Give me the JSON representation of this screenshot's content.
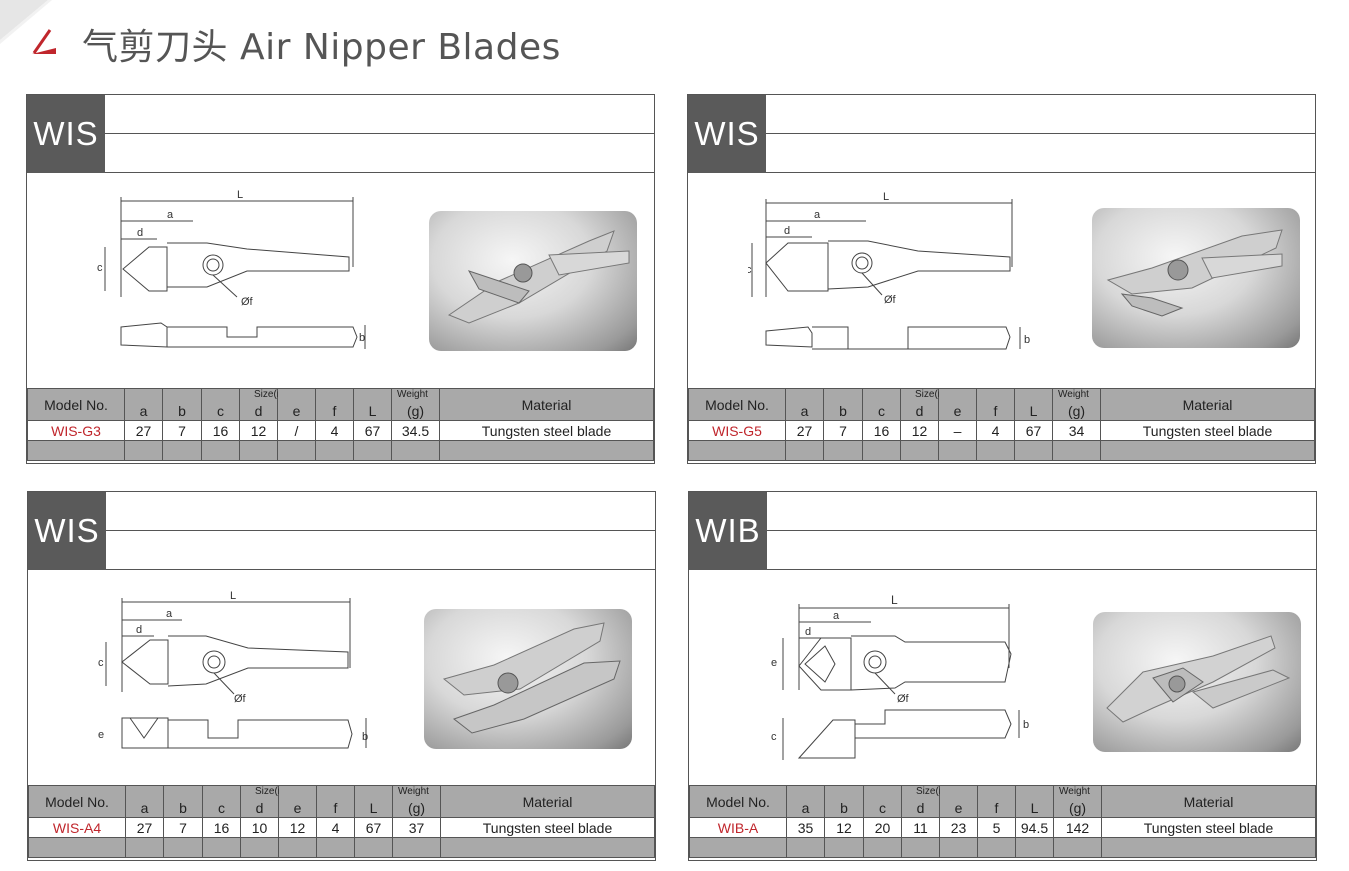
{
  "page": {
    "title": "气剪刀头 Air Nipper Blades",
    "colors": {
      "header_gray": "#5a5a5a",
      "table_gray": "#a9a9a9",
      "model_red": "#c0262c"
    }
  },
  "table_labels": {
    "model_no": "Model No.",
    "size_caption": "Size(mm)",
    "weight_caption": "Weight",
    "weight_unit": "(g)",
    "material": "Material",
    "cols": [
      "a",
      "b",
      "c",
      "d",
      "e",
      "f",
      "L"
    ]
  },
  "cards": [
    {
      "code": "WIS",
      "row": {
        "model": "WIS-G3",
        "a": "27",
        "b": "7",
        "c": "16",
        "d": "12",
        "e": "/",
        "f": "4",
        "L": "67",
        "weight": "34.5",
        "material": "Tungsten steel blade"
      },
      "diagram_labels": {
        "L": "L",
        "a": "a",
        "d": "d",
        "c": "c",
        "f": "Øf",
        "b": "b"
      },
      "icon": "nipper-blade-photo"
    },
    {
      "code": "WIS",
      "row": {
        "model": "WIS-G5",
        "a": "27",
        "b": "7",
        "c": "16",
        "d": "12",
        "e": "–",
        "f": "4",
        "L": "67",
        "weight": "34",
        "material": "Tungsten steel blade"
      },
      "diagram_labels": {
        "L": "L",
        "a": "a",
        "d": "d",
        "c": "c",
        "f": "Øf",
        "b": "b"
      },
      "icon": "nipper-blade-photo"
    },
    {
      "code": "WIS",
      "row": {
        "model": "WIS-A4",
        "a": "27",
        "b": "7",
        "c": "16",
        "d": "10",
        "e": "12",
        "f": "4",
        "L": "67",
        "weight": "37",
        "material": "Tungsten steel blade"
      },
      "diagram_labels": {
        "L": "L",
        "a": "a",
        "d": "d",
        "c": "c",
        "f": "Øf",
        "b": "b",
        "e": "e"
      },
      "icon": "nipper-blade-photo"
    },
    {
      "code": "WIB",
      "row": {
        "model": "WIB-A",
        "a": "35",
        "b": "12",
        "c": "20",
        "d": "11",
        "e": "23",
        "f": "5",
        "L": "94.5",
        "weight": "142",
        "material": "Tungsten steel blade"
      },
      "diagram_labels": {
        "L": "L",
        "a": "a",
        "d": "d",
        "c": "c",
        "f": "Øf",
        "b": "b",
        "e": "e"
      },
      "icon": "nipper-blade-photo"
    }
  ]
}
